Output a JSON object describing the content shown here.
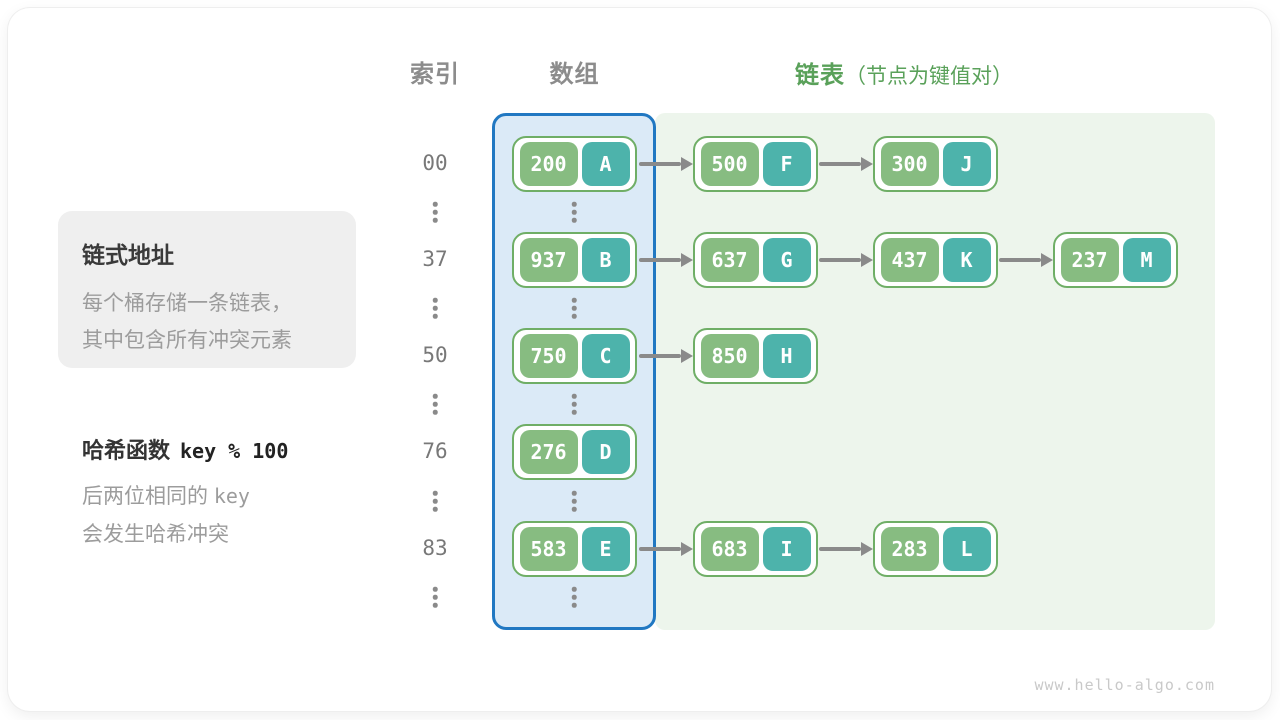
{
  "headers": {
    "index": "索引",
    "array": "数组",
    "list": "链表",
    "list_note": "（节点为键值对）"
  },
  "info_box": {
    "title": "链式地址",
    "line1": "每个桶存储一条链表，",
    "line2": "其中包含所有冲突元素"
  },
  "hash_note": {
    "label": "哈希函数",
    "formula": "key % 100",
    "line1_text": "后两位相同的",
    "line1_code": "key",
    "line2": "会发生哈希冲突"
  },
  "colors": {
    "key_fill": "#87bc81",
    "value_fill": "#4db3ab",
    "node_border": "#6fae66",
    "array_fill": "#dbeaf7",
    "array_border": "#2178c2",
    "list_fill": "#edf5ec",
    "list_header_text": "#5aa15a",
    "header_text": "#8c8c8c",
    "arrow": "#8a8a8a"
  },
  "rows": [
    {
      "index": "00",
      "bucket": {
        "key": "200",
        "val": "A"
      },
      "chain": [
        {
          "key": "500",
          "val": "F"
        },
        {
          "key": "300",
          "val": "J"
        }
      ]
    },
    {
      "index": "37",
      "bucket": {
        "key": "937",
        "val": "B"
      },
      "chain": [
        {
          "key": "637",
          "val": "G"
        },
        {
          "key": "437",
          "val": "K"
        },
        {
          "key": "237",
          "val": "M"
        }
      ]
    },
    {
      "index": "50",
      "bucket": {
        "key": "750",
        "val": "C"
      },
      "chain": [
        {
          "key": "850",
          "val": "H"
        }
      ]
    },
    {
      "index": "76",
      "bucket": {
        "key": "276",
        "val": "D"
      },
      "chain": []
    },
    {
      "index": "83",
      "bucket": {
        "key": "583",
        "val": "E"
      },
      "chain": [
        {
          "key": "683",
          "val": "I"
        },
        {
          "key": "283",
          "val": "L"
        }
      ]
    }
  ],
  "page": {
    "watermark": "www.hello-algo.com"
  }
}
